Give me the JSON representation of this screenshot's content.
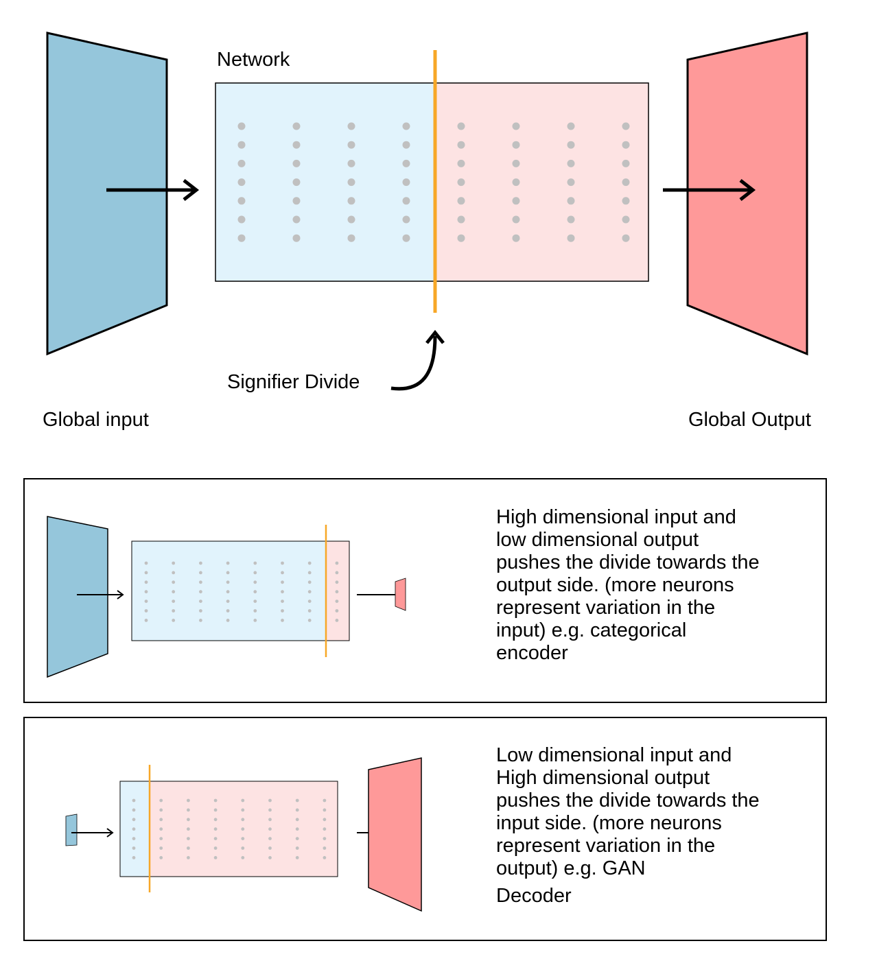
{
  "top": {
    "network_label": "Network",
    "divide_label": "Signifier Divide",
    "input_label": "Global input",
    "output_label": "Global Output"
  },
  "panel1": {
    "lines": [
      "High dimensional input and",
      "low dimensional output",
      "pushes the divide towards the",
      "output side. (more neurons",
      "represent variation in the",
      "input)  e.g. categorical",
      "encoder"
    ]
  },
  "panel2": {
    "lines": [
      "Low dimensional input and",
      "High dimensional output",
      "pushes the divide towards the",
      "input side. (more neurons",
      "represent variation in the",
      "output)  e.g. GAN"
    ],
    "last_line": "Decoder"
  },
  "colors": {
    "input_fill": "#95c6db",
    "output_fill": "#fe9999",
    "network_left": "#e1f3fc",
    "network_right": "#fde3e3",
    "divide": "#f7a727",
    "neuron": "#c0c0c0"
  }
}
